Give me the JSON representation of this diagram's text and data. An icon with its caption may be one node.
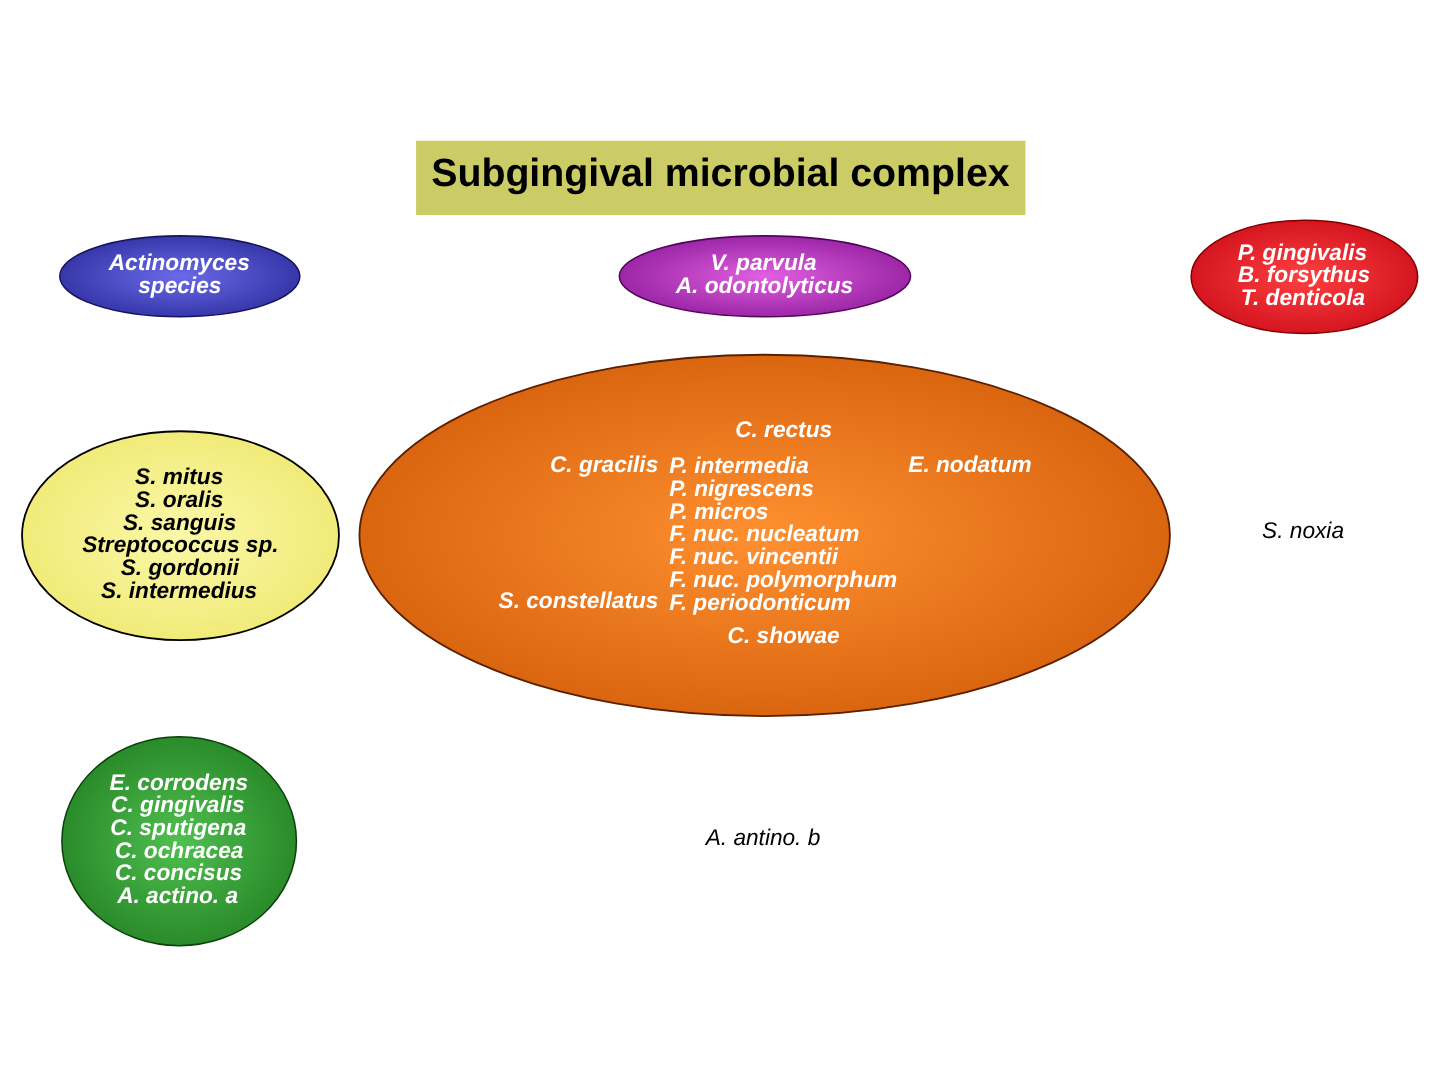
{
  "diagram": {
    "title": "Subgingival microbial complex",
    "nodes": [
      {
        "text": [
          "Actinomyces species"
        ]
      },
      {
        "text": [
          "V. parvula",
          "A. odontolyticus"
        ]
      },
      {
        "text": [
          "P. gingivalis",
          "B. forsythus",
          "T. denticola"
        ]
      },
      {
        "text": [
          "S. mitus",
          "S. oralis",
          "S. sanguis",
          "Streptococcus sp.",
          "S. gordonii",
          "S. intermedius"
        ]
      },
      {
        "text": [
          "C. rectus",
          "C. gracilis",
          "P. intermedia",
          "P. nigrescens",
          "P. micros",
          "F. nuc. nucleatum",
          "F. nuc. vincentii",
          "F. nuc. polymorphum",
          "F. periodonticum",
          "E. nodatum",
          "S. constellatus",
          "C. showae"
        ]
      },
      {
        "text": [
          "E. corrodens",
          "C. gingivalis",
          "C. sputigena",
          "C. ochracea",
          "C. concisus",
          "A. actino. a"
        ]
      }
    ],
    "labels": [
      "A. antino. b",
      "S. noxia"
    ]
  }
}
